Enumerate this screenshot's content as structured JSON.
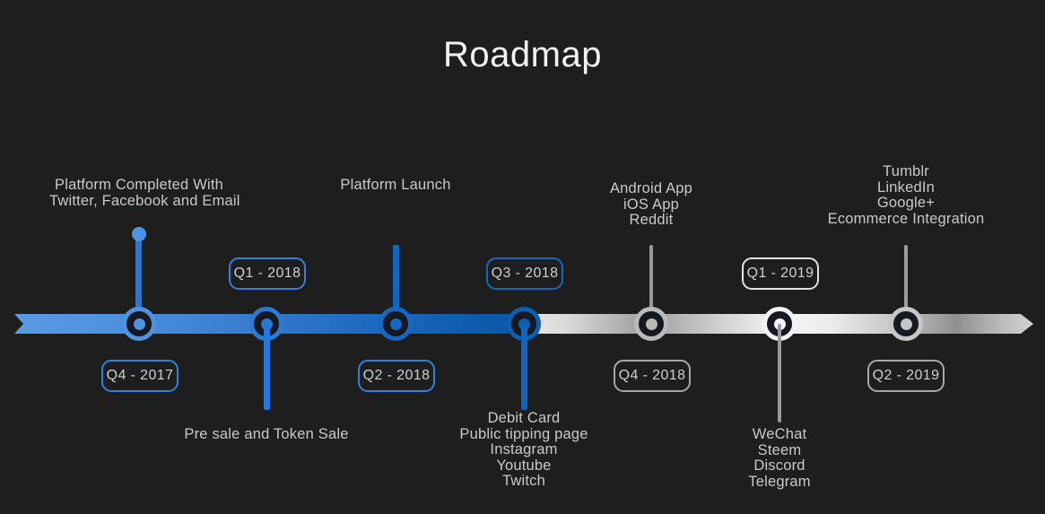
{
  "page": {
    "title": "Roadmap",
    "background_color": "#1e1e1e",
    "text_color": "#c9c9c9"
  },
  "theme": {
    "blue_light": "#5a9ae4",
    "blue_mid": "#2e79d0",
    "blue_dark": "#0b5fb2",
    "grey_light": "#e9e9e9",
    "grey_mid": "#9a9a9a",
    "white": "#f3f3f3"
  },
  "timeline": {
    "axis_label": "project-roadmap-timeline",
    "direction": "left-to-right",
    "milestones": [
      {
        "id": "q4-2017",
        "quarter": "Q4 - 2017",
        "quarter_position": "below",
        "note_position": "above",
        "state": "done",
        "color": "#4f92e0",
        "items": [
          "Platform Completed With",
          "Twitter, Facebook and Email"
        ]
      },
      {
        "id": "q1-2018",
        "quarter": "Q1 - 2018",
        "quarter_position": "above",
        "note_position": "below",
        "state": "done",
        "color": "#2e79d0",
        "items": [
          "Pre sale and Token Sale"
        ]
      },
      {
        "id": "q2-2018",
        "quarter": "Q2 - 2018",
        "quarter_position": "below",
        "note_position": "above",
        "state": "done",
        "color": "#1468c4",
        "items": [
          "Platform Launch"
        ]
      },
      {
        "id": "q3-2018",
        "quarter": "Q3 - 2018",
        "quarter_position": "above",
        "note_position": "below",
        "state": "current",
        "color": "#0b5fb2",
        "items": [
          "Debit Card",
          "Public tipping page",
          "Instagram",
          "Youtube",
          "Twitch"
        ]
      },
      {
        "id": "q4-2018",
        "quarter": "Q4 - 2018",
        "quarter_position": "below",
        "note_position": "above",
        "state": "planned",
        "color": "#b9b9b9",
        "items": [
          "Android App",
          "iOS App",
          "Reddit"
        ]
      },
      {
        "id": "q1-2019",
        "quarter": "Q1 - 2019",
        "quarter_position": "above",
        "note_position": "below",
        "state": "planned",
        "color": "#f3f3f3",
        "items": [
          "WeChat",
          "Steem",
          "Discord",
          "Telegram"
        ]
      },
      {
        "id": "q2-2019",
        "quarter": "Q2 - 2019",
        "quarter_position": "below",
        "note_position": "above",
        "state": "planned",
        "color": "#c6c6c6",
        "items": [
          "Tumblr",
          "LinkedIn",
          "Google+",
          "Ecommerce Integration"
        ]
      }
    ]
  },
  "notes": {
    "q4_2017": {
      "l1": "Platform Completed With",
      "l2": "Twitter, Facebook and Email"
    },
    "q1_2018": {
      "l1": "Pre sale and Token Sale"
    },
    "q2_2018": {
      "l1": "Platform Launch"
    },
    "q3_2018": {
      "l1": "Debit Card",
      "l2": "Public tipping page",
      "l3": "Instagram",
      "l4": "Youtube",
      "l5": "Twitch"
    },
    "q4_2018": {
      "l1": "Android App",
      "l2": "iOS App",
      "l3": "Reddit"
    },
    "q1_2019": {
      "l1": "WeChat",
      "l2": "Steem",
      "l3": "Discord",
      "l4": "Telegram"
    },
    "q2_2019": {
      "l1": "Tumblr",
      "l2": "LinkedIn",
      "l3": "Google+",
      "l4": "Ecommerce Integration"
    }
  },
  "quarters": {
    "q4_2017": "Q4 - 2017",
    "q1_2018": "Q1 - 2018",
    "q2_2018": "Q2 - 2018",
    "q3_2018": "Q3 - 2018",
    "q4_2018": "Q4 - 2018",
    "q1_2019": "Q1 - 2019",
    "q2_2019": "Q2 - 2019"
  }
}
